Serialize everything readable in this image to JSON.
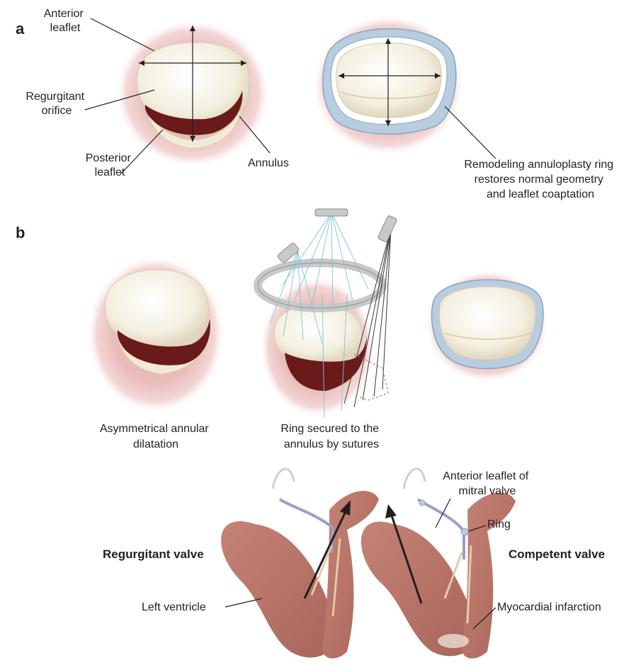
{
  "panel_a": {
    "letter": "a",
    "labels": {
      "anterior_leaflet": [
        "Anterior",
        "leaflet"
      ],
      "regurgitant_orifice": [
        "Regurgitant",
        "orifice"
      ],
      "posterior_leaflet": [
        "Posterior",
        "leaflet"
      ],
      "annulus": "Annulus",
      "ring_caption": [
        "Remodeling annuloplasty ring",
        "restores normal geometry",
        "and leaflet coaptation"
      ]
    }
  },
  "panel_b": {
    "letter": "b",
    "captions": {
      "dilatation": [
        "Asymmetrical annular",
        "dilatation"
      ],
      "sutures": [
        "Ring secured to the",
        "annulus by sutures"
      ]
    },
    "heart": {
      "regurgitant_valve": "Regurgitant valve",
      "competent_valve": "Competent valve",
      "anterior_leaflet_mitral": [
        "Anterior leaflet of",
        "mitral valve"
      ],
      "ring": "Ring",
      "left_ventricle": "Left ventricle",
      "myocardial_infarction": "Myocardial infarction"
    }
  },
  "colors": {
    "tissue_pink": "#ecc4c2",
    "leaflet_cream": "#f4efe0",
    "orifice_dark": "#6b1a1a",
    "ring_blue": "#b9cde0",
    "muscle": "#b97566"
  }
}
